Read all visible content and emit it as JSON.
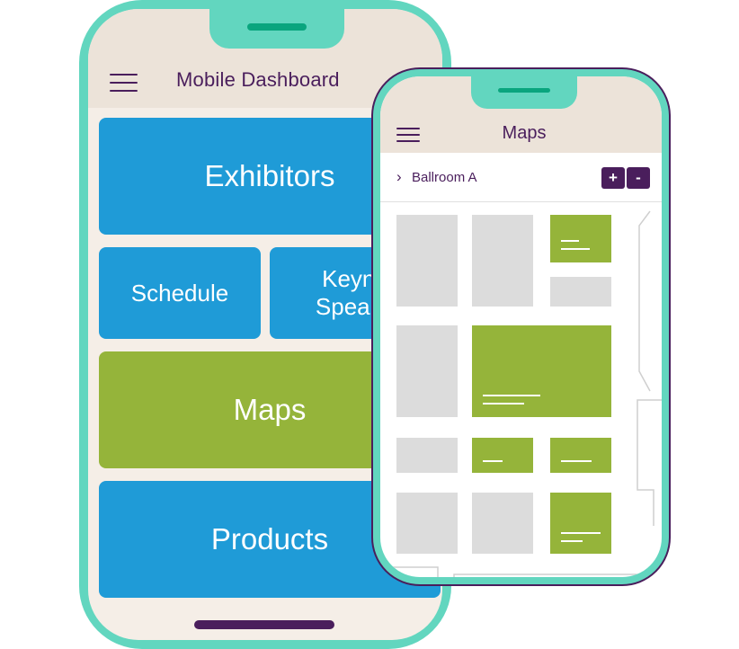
{
  "dashboard_phone": {
    "title": "Mobile Dashboard",
    "menu_icon": "hamburger-icon",
    "tiles": {
      "exhibitors": "Exhibitors",
      "schedule": "Schedule",
      "keynote": "Keyno\nSpeake",
      "maps": "Maps",
      "products": "Products"
    }
  },
  "maps_phone": {
    "title": "Maps",
    "menu_icon": "hamburger-icon",
    "breadcrumb": {
      "arrow": "›",
      "label": "Ballroom A"
    },
    "zoom": {
      "in_label": "+",
      "out_label": "-"
    }
  },
  "colors": {
    "phone_frame": "#62d6bf",
    "accent_purple": "#4a1e5c",
    "tile_blue": "#1f9bd7",
    "tile_green": "#95b43a",
    "booth_grey": "#dcdcdc"
  }
}
